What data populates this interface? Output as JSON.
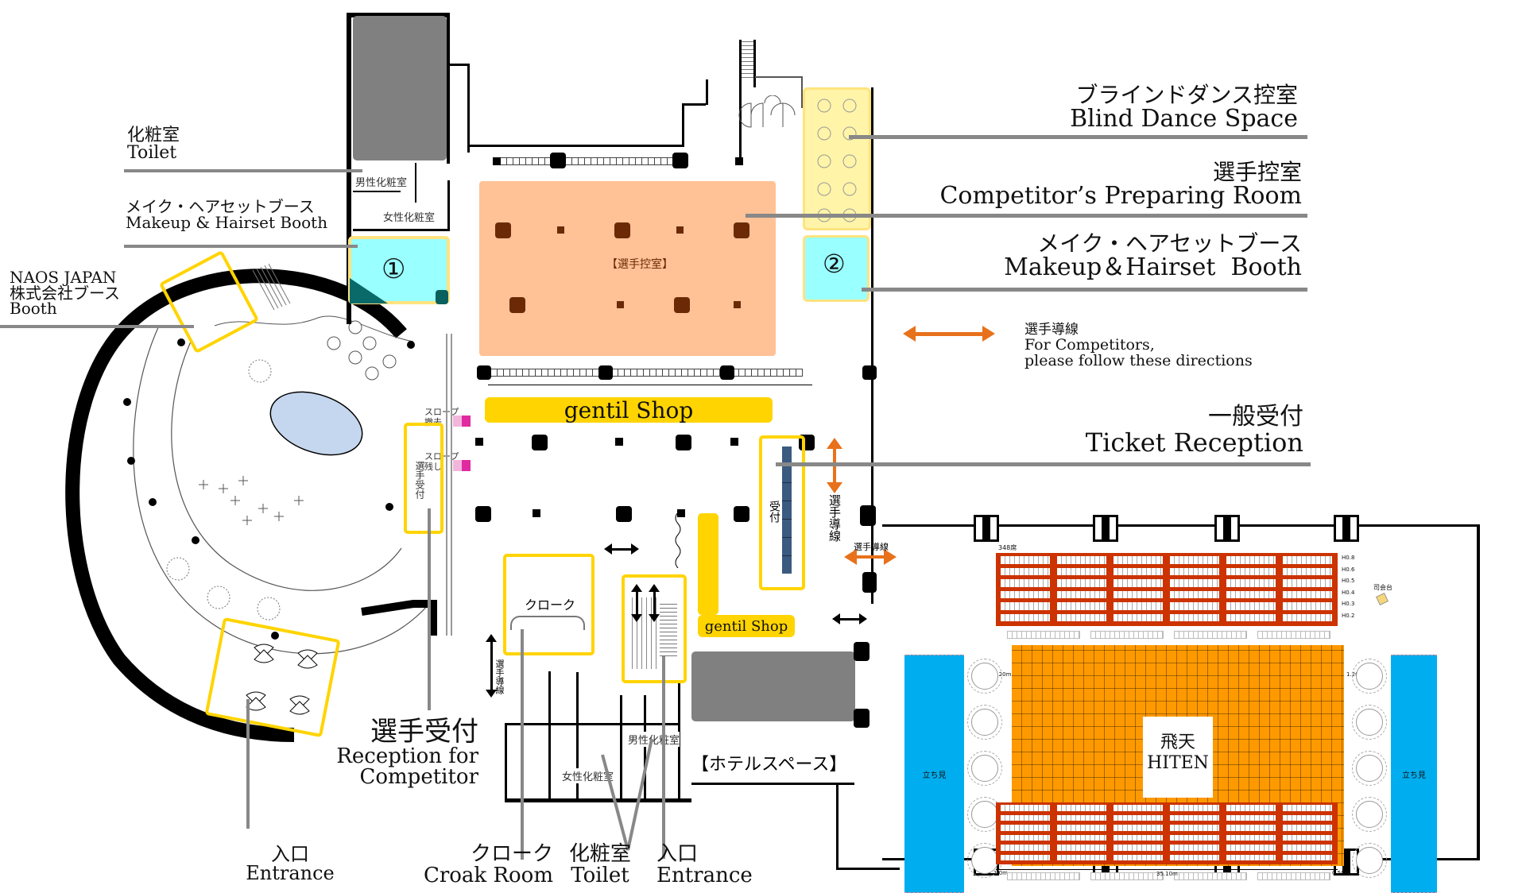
{
  "map": {
    "colors": {
      "competitor_room": "#FFC196",
      "competitor_room_pillar": "#6B2A05",
      "blind_dance": "#FFF4A8",
      "makeup_booth": "#99FFFF",
      "highlight_border": "#FFD400",
      "shop": "#FFD400",
      "direction_arrow": "#E8711C",
      "dance_floor": "#FF9900",
      "seating": "#CC3300",
      "standing_area": "#00AEEF",
      "fountain": "#C5D7EE",
      "grey_block": "#808080",
      "reception_counter": "#3A5A80",
      "slope_marker": "#E02AA0",
      "leader_line": "#888888"
    },
    "callouts": {
      "toilet_top": {
        "jp": "化粧室",
        "en": "Toilet"
      },
      "makeup_booth_1": {
        "jp": "メイク・ヘアセットブース",
        "en": "Makeup & Hairset Booth"
      },
      "naos_booth": {
        "line1": "NAOS JAPAN",
        "line2": "株式会社ブース",
        "line3": "Booth"
      },
      "blind_dance": {
        "jp": "ブラインドダンス控室",
        "en": "Blind Dance Space"
      },
      "competitor_room": {
        "jp": "選手控室",
        "en": "Competitor’s Preparing Room"
      },
      "makeup_booth_2": {
        "jp": "メイク・ヘアセットブース",
        "en": "Makeup＆Hairset  Booth"
      },
      "direction_legend": {
        "jp": "選手導線",
        "en1": "For Competitors,",
        "en2": "please follow these directions"
      },
      "ticket_reception": {
        "jp": "一般受付",
        "en": "Ticket Reception"
      },
      "competitor_reception": {
        "jp": "選手受付",
        "en1": "Reception for",
        "en2": "Competitor"
      },
      "entrance_left": {
        "jp": "入口",
        "en": "Entrance"
      },
      "cloak_room": {
        "jp": "クローク",
        "en": "Croak Room"
      },
      "toilet_bottom": {
        "jp": "化粧室",
        "en": "Toilet"
      },
      "entrance_right": {
        "jp": "入口",
        "en": "Entrance"
      }
    },
    "rooms": {
      "mens_toilet_top": "男性化粧室",
      "womens_toilet_top": "女性化粧室",
      "booth_1_number": "①",
      "booth_2_number": "②",
      "competitor_room_label": "【選手控室】",
      "gentil_shop_main": "gentil Shop",
      "gentil_shop_small": "gentil Shop",
      "slope_removed": "スロープ撤去",
      "slope_kept": "スロープ残し",
      "competitor_reception_small": "選手受付",
      "reception_small": "受付",
      "competitor_path_vertical": "選手導線",
      "competitor_path_horizontal": "選手導線",
      "competitor_path_left": "選手導線",
      "cloak_small": "クローク",
      "mens_toilet_bottom": "男性化粧室",
      "womens_toilet_bottom": "女性化粧室",
      "hotel_space": "【ホテルスペース】"
    },
    "hiten": {
      "title_jp": "飛天",
      "title_en": "HITEN",
      "standing_left": "立ち見",
      "standing_right": "立ち見",
      "seat_count": "348席",
      "row_labels": [
        "H0.8",
        "H0.6",
        "H0.5",
        "H0.4",
        "H0.3",
        "H0.2"
      ],
      "mc_table": "司会台",
      "dim_left": "1.20m",
      "dim_right": "1.20m",
      "dim_bottom_right": "0.50m",
      "dim_bottom_left": "1.0m",
      "dim_width": "35.10m"
    }
  }
}
